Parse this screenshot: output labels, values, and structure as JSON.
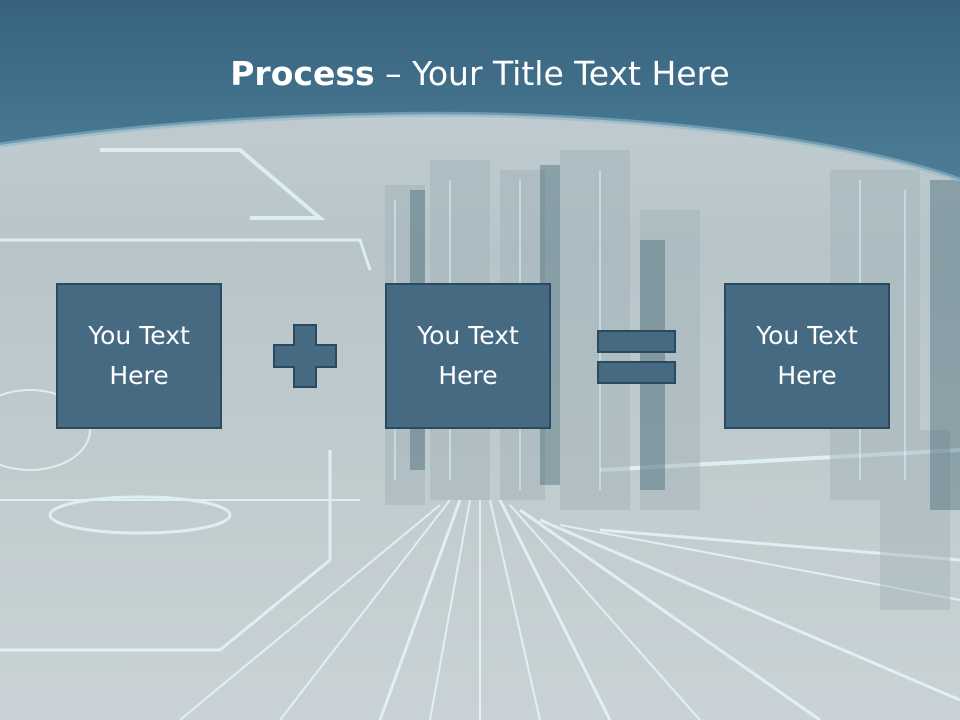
{
  "title": {
    "strong": "Process",
    "separator": " – ",
    "rest": "Your Title Text Here"
  },
  "boxes": [
    {
      "line1": "You Text",
      "line2": "Here"
    },
    {
      "line1": "You Text",
      "line2": "Here"
    },
    {
      "line1": "You Text",
      "line2": "Here"
    }
  ],
  "operators": {
    "plus": "plus-icon",
    "equals": "equals-icon"
  },
  "colors": {
    "header_blue": "#3f6e8a",
    "box_fill": "#466a82",
    "box_border": "#2b4a5e",
    "text": "#ffffff"
  }
}
